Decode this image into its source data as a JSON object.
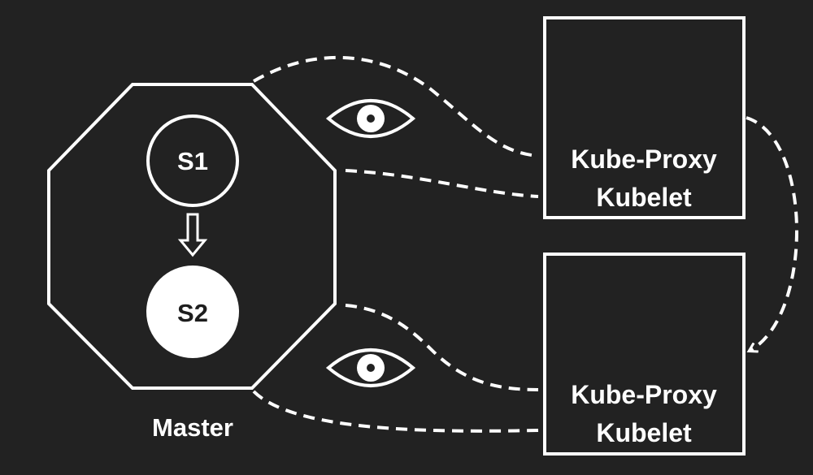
{
  "master": {
    "label": "Master",
    "services": [
      {
        "label": "S1",
        "style": "outline"
      },
      {
        "label": "S2",
        "style": "filled"
      }
    ]
  },
  "nodes": [
    {
      "line1": "Kube-Proxy",
      "line2": "Kubelet"
    },
    {
      "line1": "Kube-Proxy",
      "line2": "Kubelet"
    }
  ],
  "icons": {
    "watch": "eye-icon",
    "transition": "down-arrow-icon"
  },
  "colors": {
    "background": "#222222",
    "stroke": "#ffffff",
    "filled_circle": "#ffffff"
  }
}
